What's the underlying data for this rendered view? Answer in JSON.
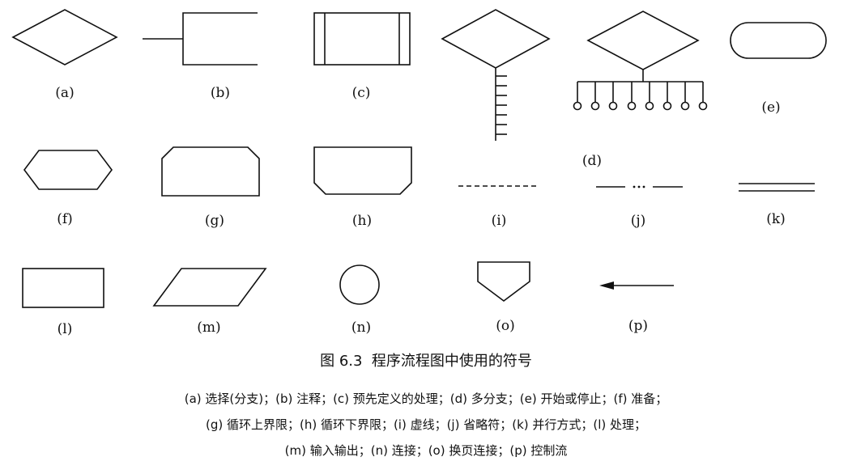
{
  "symbols": {
    "a": {
      "label": "(a)"
    },
    "b": {
      "label": "(b)"
    },
    "c": {
      "label": "(c)"
    },
    "d": {
      "label": "(d)"
    },
    "e": {
      "label": "(e)"
    },
    "f": {
      "label": "(f)"
    },
    "g": {
      "label": "(g)"
    },
    "h": {
      "label": "(h)"
    },
    "i": {
      "label": "(i)"
    },
    "j": {
      "label": "(j)"
    },
    "k": {
      "label": "(k)"
    },
    "l": {
      "label": "(l)"
    },
    "m": {
      "label": "(m)"
    },
    "n": {
      "label": "(n)"
    },
    "o": {
      "label": "(o)"
    },
    "p": {
      "label": "(p)"
    }
  },
  "caption": {
    "title": "图 6.3  程序流程图中使用的符号",
    "line1": "(a) 选择(分支)；(b) 注释；(c) 预先定义的处理；(d) 多分支；(e) 开始或停止；(f) 准备；",
    "line2": "(g) 循环上界限；(h) 循环下界限；(i) 虚线；(j) 省略符；(k) 并行方式；(l) 处理；",
    "line3": "(m) 输入输出；(n) 连接；(o) 换页连接；(p) 控制流"
  }
}
